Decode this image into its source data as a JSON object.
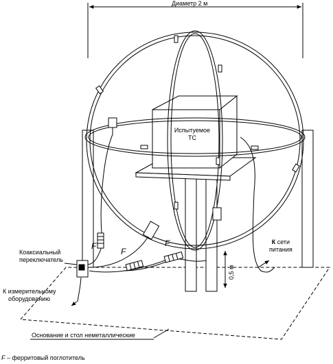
{
  "labels": {
    "diameter": "Диаметр 2 м",
    "eut_line1": "Испытуемое",
    "eut_line2": "ТС",
    "coax_line1": "Коаксиальный",
    "coax_line2": "переключатель",
    "meas_line1": "К измерительному",
    "meas_line2": "оборудованию",
    "power_line1_bold": "К",
    "power_line1_rest": " сети",
    "power_line2": "питания",
    "height": "0,5 м",
    "ferrite_mark": "F",
    "base": "Основание и стол неметаллические",
    "legend_symbol": "F",
    "legend_text": " – ферритовый поглотитель"
  },
  "colors": {
    "line": "#000000",
    "background": "#ffffff"
  }
}
